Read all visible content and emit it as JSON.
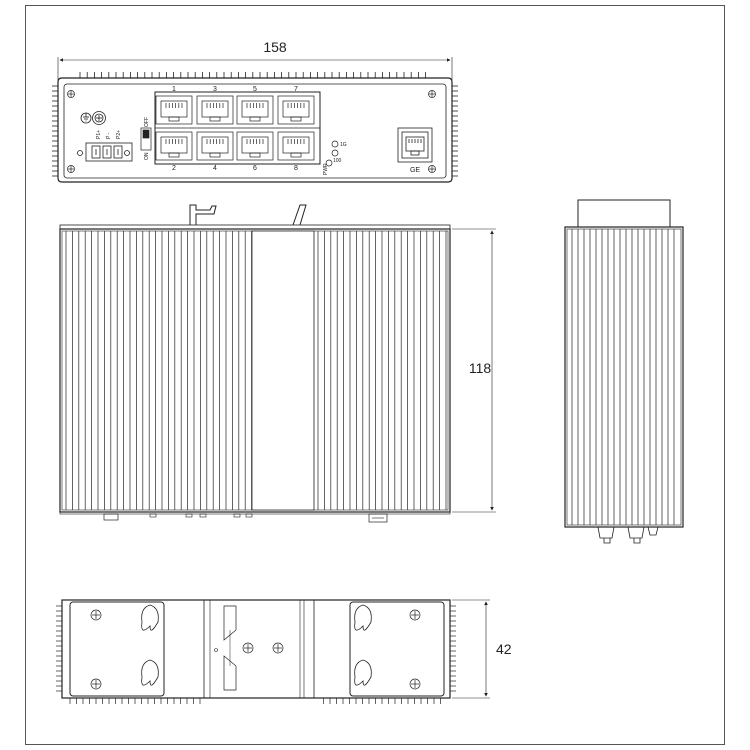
{
  "dimensions": {
    "width": "158",
    "height": "118",
    "depth": "42"
  },
  "front_panel": {
    "port_numbers_top": [
      "1",
      "3",
      "5",
      "7"
    ],
    "port_numbers_bottom": [
      "2",
      "4",
      "6",
      "8"
    ],
    "power_labels": [
      "P1+",
      "P -",
      "P2+"
    ],
    "dip_labels": [
      "ON",
      "OFF"
    ],
    "led_labels": [
      "PWR",
      "1G",
      "100"
    ],
    "ge_label": "GE"
  },
  "colors": {
    "line": "#222222",
    "fill": "#ffffff"
  }
}
